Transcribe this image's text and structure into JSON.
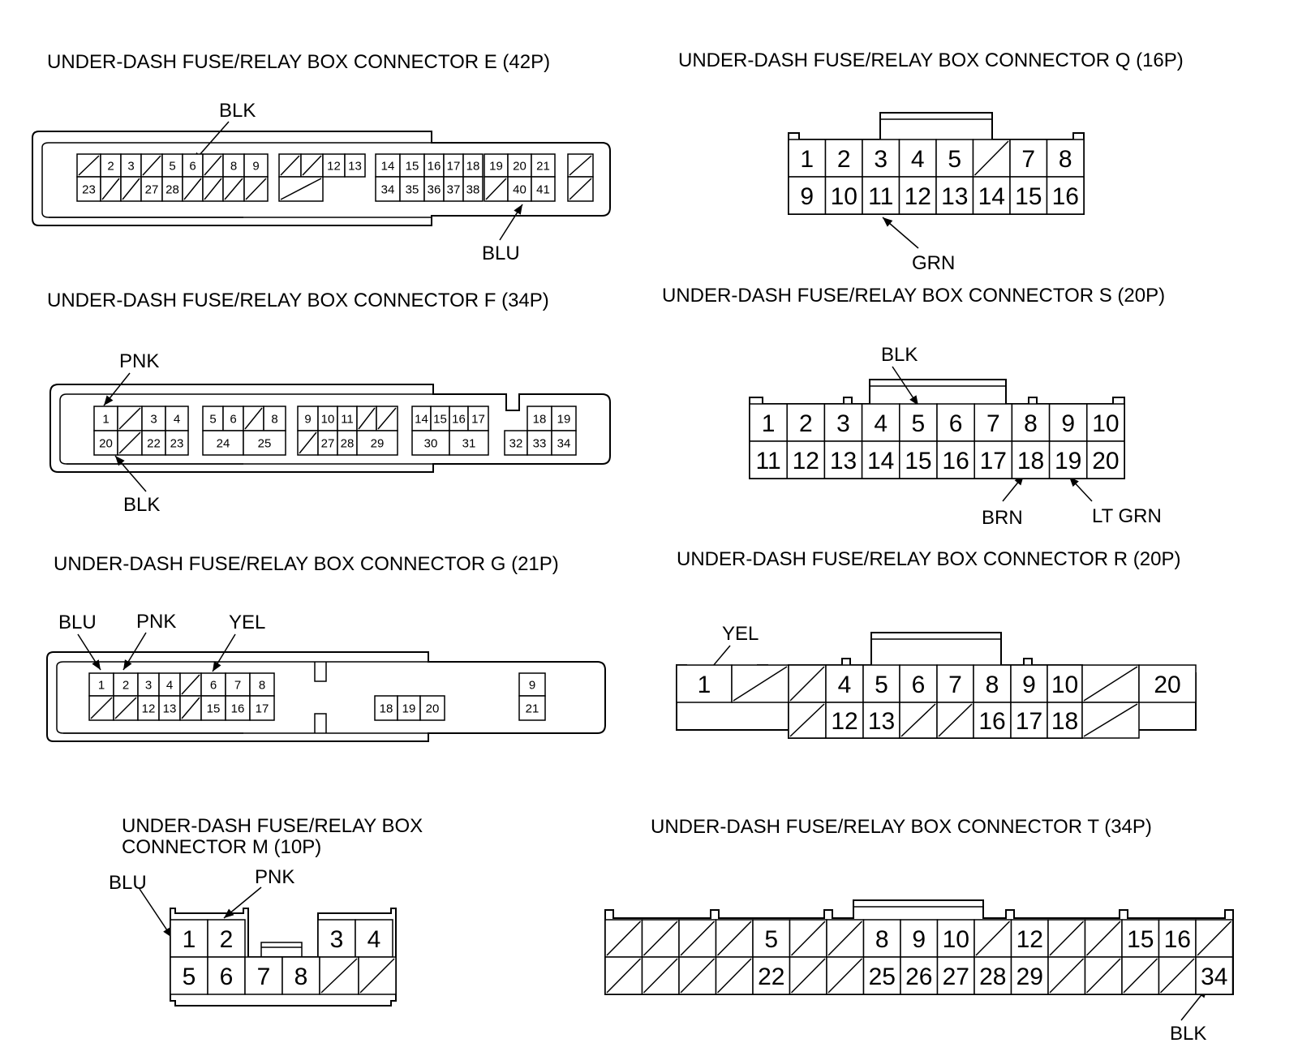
{
  "connectors": [
    {
      "key": "E",
      "title": "UNDER-DASH FUSE/RELAY BOX CONNECTOR E (42P)",
      "rows": [
        [
          "/",
          "2",
          "3",
          "/",
          "5",
          "6",
          "/",
          "8",
          "9",
          "/",
          "/",
          "12",
          "13",
          "14",
          "15",
          "16",
          "17",
          "18",
          "19",
          "20",
          "21",
          "/"
        ],
        [
          "23",
          "/",
          "/",
          "27",
          "28",
          "/",
          "/",
          "/",
          "/",
          "/",
          "34",
          "35",
          "36",
          "37",
          "38",
          "/",
          "40",
          "41",
          "/"
        ]
      ],
      "wires": [
        {
          "label": "BLK",
          "terminal": "6"
        },
        {
          "label": "BLU",
          "terminal": "40"
        }
      ]
    },
    {
      "key": "Q",
      "title": "UNDER-DASH FUSE/RELAY BOX CONNECTOR Q (16P)",
      "rows": [
        [
          "1",
          "2",
          "3",
          "4",
          "5",
          "/",
          "7",
          "8"
        ],
        [
          "9",
          "10",
          "11",
          "12",
          "13",
          "14",
          "15",
          "16"
        ]
      ],
      "wires": [
        {
          "label": "GRN",
          "terminal": "11"
        }
      ]
    },
    {
      "key": "F",
      "title": "UNDER-DASH FUSE/RELAY BOX CONNECTOR F (34P)",
      "rows": [
        [
          "1",
          "/",
          "3",
          "4",
          "5",
          "6",
          "/",
          "8",
          "9",
          "10",
          "11",
          "/",
          "/",
          "14",
          "15",
          "16",
          "17",
          "18",
          "19"
        ],
        [
          "20",
          "/",
          "22",
          "23",
          "24",
          "25",
          "/",
          "27",
          "28",
          "29",
          "30",
          "31",
          "32",
          "33",
          "34"
        ]
      ],
      "wires": [
        {
          "label": "PNK",
          "terminal": "1"
        },
        {
          "label": "BLK",
          "terminal": "20"
        }
      ]
    },
    {
      "key": "S",
      "title": "UNDER-DASH FUSE/RELAY BOX CONNECTOR S (20P)",
      "rows": [
        [
          "1",
          "2",
          "3",
          "4",
          "5",
          "6",
          "7",
          "8",
          "9",
          "10"
        ],
        [
          "11",
          "12",
          "13",
          "14",
          "15",
          "16",
          "17",
          "18",
          "19",
          "20"
        ]
      ],
      "wires": [
        {
          "label": "BLK",
          "terminal": "5"
        },
        {
          "label": "BRN",
          "terminal": "18"
        },
        {
          "label": "LT GRN",
          "terminal": "19"
        }
      ]
    },
    {
      "key": "G",
      "title": "UNDER-DASH FUSE/RELAY BOX CONNECTOR G (21P)",
      "rows": [
        [
          "1",
          "2",
          "3",
          "4",
          "/",
          "6",
          "7",
          "8",
          "9"
        ],
        [
          "/",
          "/",
          "12",
          "13",
          "/",
          "15",
          "16",
          "17",
          "18",
          "19",
          "20",
          "21"
        ]
      ],
      "wires": [
        {
          "label": "BLU",
          "terminal": "1"
        },
        {
          "label": "PNK",
          "terminal": "2"
        },
        {
          "label": "YEL",
          "terminal": "6"
        }
      ]
    },
    {
      "key": "R",
      "title": "UNDER-DASH FUSE/RELAY BOX CONNECTOR R (20P)",
      "rows": [
        [
          "1",
          "/",
          "/",
          "4",
          "5",
          "6",
          "7",
          "8",
          "9",
          "10",
          "/",
          "20"
        ],
        [
          "/",
          "12",
          "13",
          "/",
          "/",
          "16",
          "17",
          "18",
          "/"
        ]
      ],
      "wires": [
        {
          "label": "YEL",
          "terminal": "1"
        }
      ]
    },
    {
      "key": "M",
      "title_lines": [
        "UNDER-DASH FUSE/RELAY BOX",
        "CONNECTOR M (10P)"
      ],
      "rows": [
        [
          "1",
          "2",
          "3",
          "4"
        ],
        [
          "5",
          "6",
          "7",
          "8",
          "/",
          "/"
        ]
      ],
      "wires": [
        {
          "label": "BLU",
          "terminal": "1"
        },
        {
          "label": "PNK",
          "terminal": "2"
        }
      ]
    },
    {
      "key": "T",
      "title": "UNDER-DASH FUSE/RELAY BOX CONNECTOR T (34P)",
      "rows": [
        [
          "/",
          "/",
          "/",
          "/",
          "5",
          "/",
          "/",
          "8",
          "9",
          "10",
          "/",
          "12",
          "/",
          "/",
          "15",
          "16",
          "/"
        ],
        [
          "/",
          "/",
          "/",
          "/",
          "22",
          "/",
          "/",
          "25",
          "26",
          "27",
          "28",
          "29",
          "/",
          "/",
          "/",
          "/",
          "34"
        ]
      ],
      "wires": [
        {
          "label": "BLK",
          "terminal": "34"
        }
      ]
    }
  ]
}
